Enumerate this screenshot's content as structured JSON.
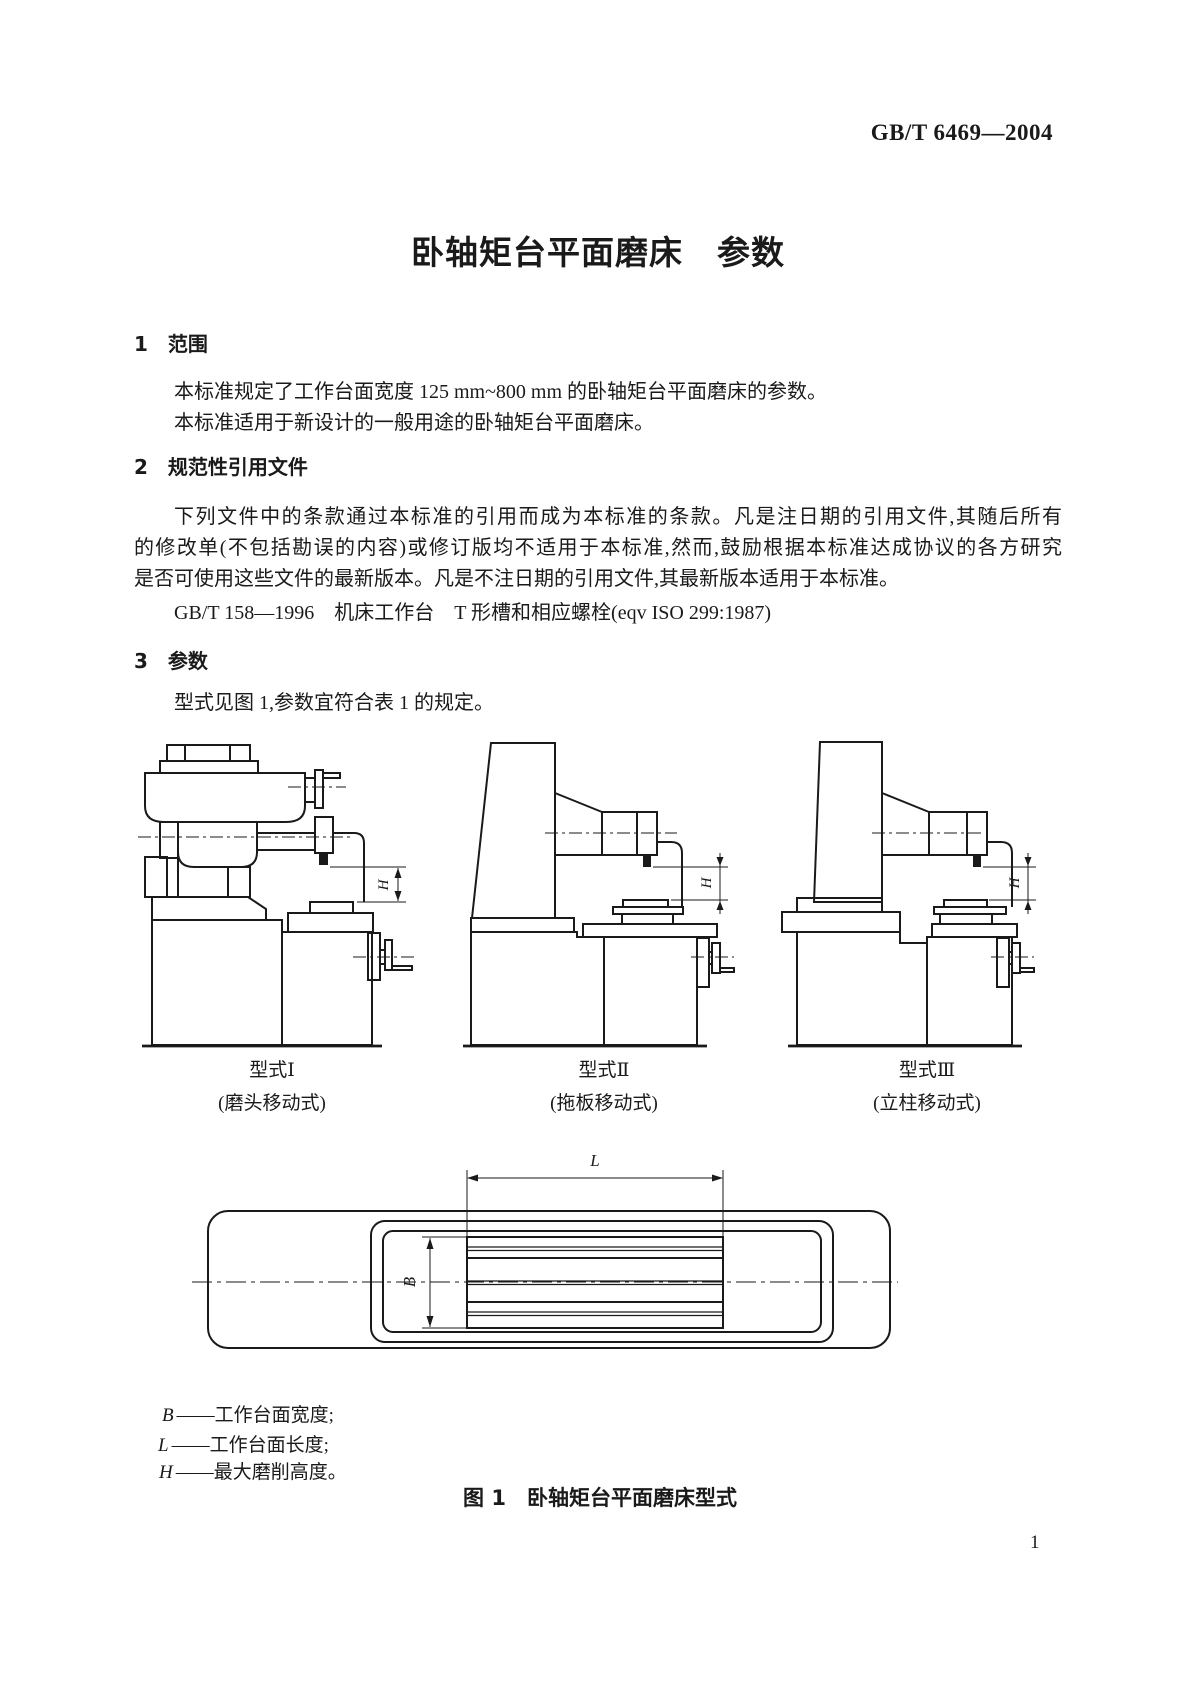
{
  "page": {
    "doc_number": "GB/T 6469—2004",
    "title": "卧轴矩台平面磨床　参数",
    "page_number": "1"
  },
  "sections": {
    "s1": {
      "number": "1",
      "heading": "范围",
      "p1": "本标准规定了工作台面宽度 125 mm~800 mm 的卧轴矩台平面磨床的参数。",
      "p2": "本标准适用于新设计的一般用途的卧轴矩台平面磨床。"
    },
    "s2": {
      "number": "2",
      "heading": "规范性引用文件",
      "p1l1": "下列文件中的条款通过本标准的引用而成为本标准的条款。凡是注日期的引用文件,其随后所有",
      "p1l2": "的修改单(不包括勘误的内容)或修订版均不适用于本标准,然而,鼓励根据本标准达成协议的各方研究",
      "p1l3": "是否可使用这些文件的最新版本。凡是不注日期的引用文件,其最新版本适用于本标准。",
      "ref": "GB/T 158—1996　机床工作台　T 形槽和相应螺栓(eqv ISO 299:1987)"
    },
    "s3": {
      "number": "3",
      "heading": "参数",
      "p1": "型式见图 1,参数宜符合表 1 的规定。"
    }
  },
  "figure": {
    "types": [
      {
        "name": "型式Ⅰ",
        "subtitle": "(磨头移动式)"
      },
      {
        "name": "型式Ⅱ",
        "subtitle": "(拖板移动式)"
      },
      {
        "name": "型式Ⅲ",
        "subtitle": "(立柱移动式)"
      }
    ],
    "dims": {
      "H": "H",
      "B": "B",
      "L": "L"
    },
    "legend": [
      {
        "var": "B",
        "text": "——工作台面宽度;"
      },
      {
        "var": "L",
        "text": "——工作台面长度;"
      },
      {
        "var": "H",
        "text": "——最大磨削高度。"
      }
    ],
    "caption": "图 1　卧轴矩台平面磨床型式"
  }
}
